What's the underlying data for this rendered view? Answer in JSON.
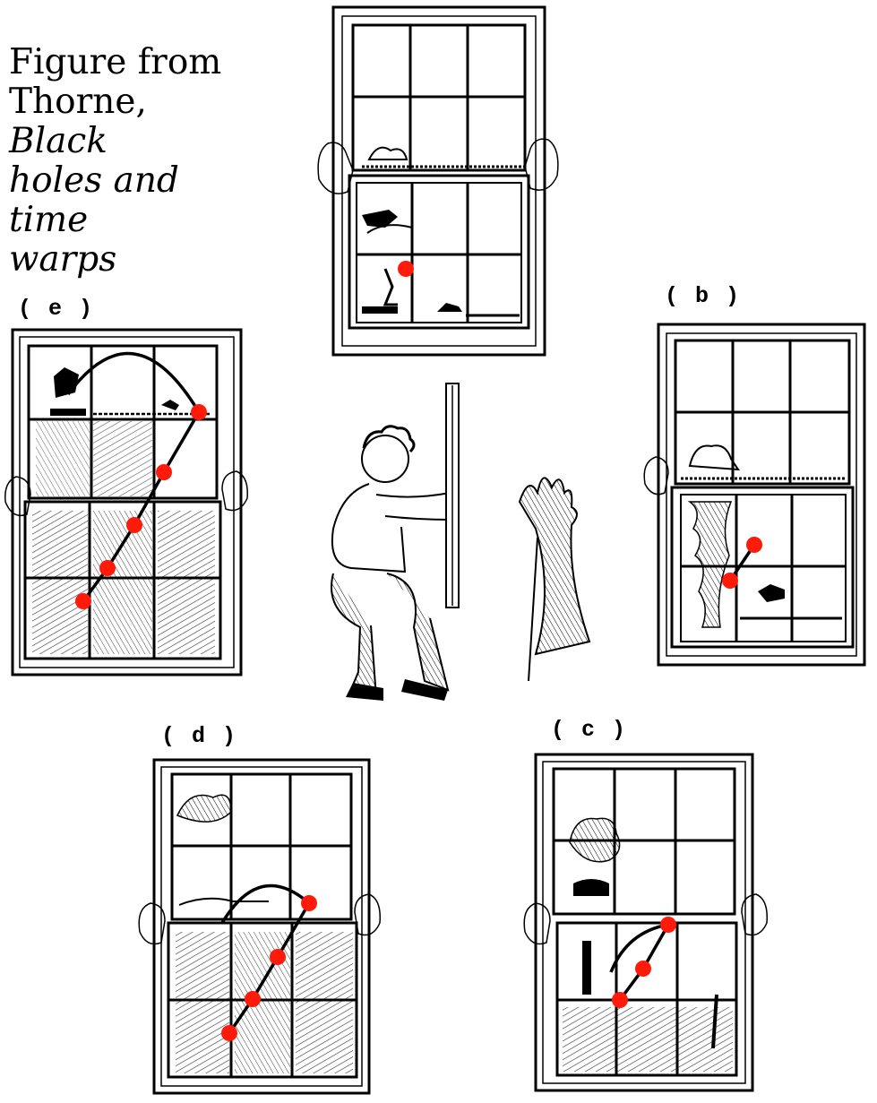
{
  "caption": {
    "line1": "Figure from",
    "line2a": "Thorne, ",
    "line2b": "Black",
    "line3": "holes and time",
    "line4": "warps"
  },
  "panels": {
    "a": {
      "label": ""
    },
    "b": {
      "label": "( b )"
    },
    "c": {
      "label": "( c )"
    },
    "d": {
      "label": "( d )"
    },
    "e": {
      "label": "( e )"
    }
  },
  "colors": {
    "marker": "#ff1a0a",
    "ink": "#000000",
    "paper": "#ffffff"
  }
}
